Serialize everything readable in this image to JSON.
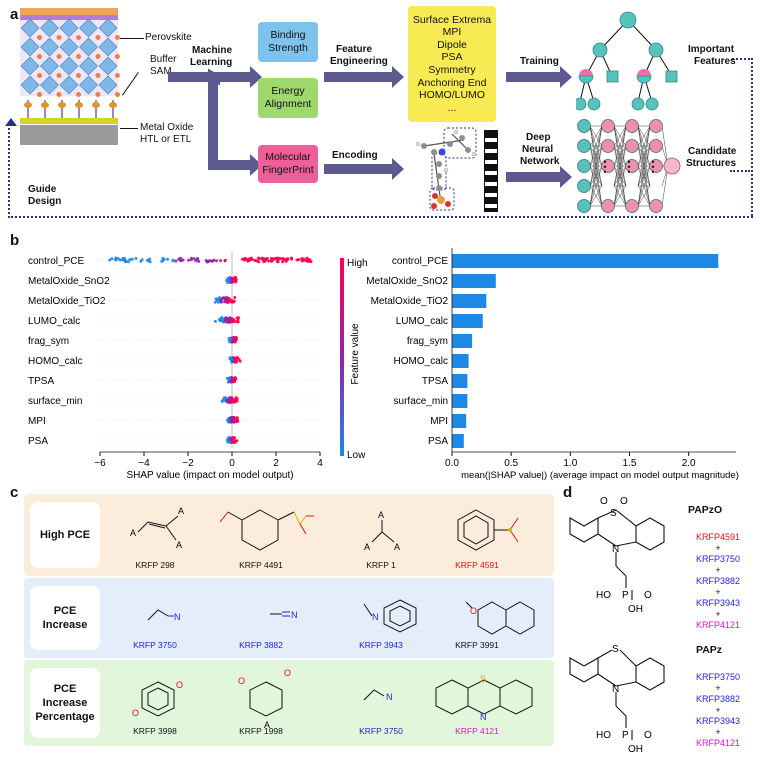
{
  "panel_labels": {
    "a": "a",
    "b": "b",
    "c": "c",
    "d": "d"
  },
  "panel_a": {
    "perovskite": "Perovskite",
    "buffer_sam_1": "Buffer",
    "buffer_sam_2": "SAM",
    "metal_oxide_1": "Metal Oxide",
    "metal_oxide_2": "HTL or ETL",
    "guide_design_1": "Guide",
    "guide_design_2": "Design",
    "ml_1": "Machine",
    "ml_2": "Learning",
    "binding_1": "Binding",
    "binding_2": "Strength",
    "energy_1": "Energy",
    "energy_2": "Alignment",
    "fingerprint_1": "Molecular",
    "fingerprint_2": "FingerPrint",
    "fe_1": "Feature",
    "fe_2": "Engineering",
    "encoding": "Encoding",
    "features": [
      "Surface Extrema",
      "MPI",
      "Dipole",
      "PSA",
      "Symmetry",
      "Anchoring End",
      "HOMO/LUMO",
      "..."
    ],
    "training": "Training",
    "dnn_1": "Deep",
    "dnn_2": "Neural",
    "dnn_3": "Network",
    "important_1": "Important",
    "important_2": "Features",
    "candidate_1": "Candidate",
    "candidate_2": "Structures",
    "dots": "⋮"
  },
  "panel_b": {
    "colorbar_high": "High",
    "colorbar_low": "Low",
    "colorbar_label": "Feature value",
    "shap_xlabel": "SHAP value (impact on model output)",
    "bar_xlabel": "mean(|SHAP value|) (average impact on model output magnitude)"
  },
  "chart_data": [
    {
      "type": "scatter",
      "chart": "SHAP beeswarm summary",
      "features": [
        "control_PCE",
        "MetalOxide_SnO2",
        "MetalOxide_TiO2",
        "LUMO_calc",
        "frag_sym",
        "HOMO_calc",
        "TPSA",
        "surface_min",
        "MPI",
        "PSA"
      ],
      "xlabel": "SHAP value (impact on model output)",
      "xlim": [
        -6,
        4
      ],
      "xticks": [
        -6,
        -4,
        -2,
        0,
        2,
        4
      ],
      "xtick_labels": [
        "−6",
        "−4",
        "−2",
        "0",
        "2",
        "4"
      ],
      "approx_ranges": [
        [
          -5.7,
          3.7
        ],
        [
          -0.3,
          0.3
        ],
        [
          -1.0,
          0.4
        ],
        [
          -0.9,
          0.6
        ],
        [
          -0.2,
          0.3
        ],
        [
          -0.2,
          0.4
        ],
        [
          -0.3,
          0.3
        ],
        [
          -0.6,
          0.4
        ],
        [
          -0.3,
          0.4
        ],
        [
          -0.3,
          0.3
        ]
      ],
      "colorbar": {
        "high": "High",
        "low": "Low",
        "label": "Feature value",
        "colors": [
          "#1e88e5",
          "#8e24aa",
          "#ff0052"
        ]
      }
    },
    {
      "type": "bar",
      "orientation": "horizontal",
      "categories": [
        "control_PCE",
        "MetalOxide_SnO2",
        "MetalOxide_TiO2",
        "LUMO_calc",
        "frag_sym",
        "HOMO_calc",
        "TPSA",
        "surface_min",
        "MPI",
        "PSA"
      ],
      "values": [
        2.25,
        0.37,
        0.29,
        0.26,
        0.17,
        0.14,
        0.13,
        0.13,
        0.12,
        0.1
      ],
      "xlabel": "mean(|SHAP value|) (average impact on model output magnitude)",
      "xlim": [
        0,
        2.4
      ],
      "xticks": [
        0.0,
        0.5,
        1.0,
        1.5,
        2.0
      ],
      "xtick_labels": [
        "0.0",
        "0.5",
        "1.0",
        "1.5",
        "2.0"
      ],
      "color": "#1e88e5"
    }
  ],
  "panel_c": {
    "rows": [
      {
        "label_1": "High PCE",
        "label_2": "",
        "items": [
          "KRFP 298",
          "KRFP 4491",
          "KRFP 1",
          "KRFP 4591"
        ]
      },
      {
        "label_1": "PCE Increase",
        "label_2": "",
        "items": [
          "KRFP 3750",
          "KRFP 3882",
          "KRFP 3943",
          "KRFP 3991"
        ]
      },
      {
        "label_1": "PCE Increase",
        "label_2": "Percentage",
        "items": [
          "KRFP 3998",
          "KRFP 1998",
          "KRFP 3750",
          "KRFP 4121"
        ]
      }
    ],
    "atom_A": "A",
    "atom_N": "N",
    "atom_O": "O"
  },
  "panel_d": {
    "papzo": "PAPzO",
    "papz": "PAPz",
    "papzo_list": [
      "KRFP4591",
      "KRFP3750",
      "KRFP3882",
      "KRFP3943",
      "KRFP4121"
    ],
    "papz_list": [
      "KRFP3750",
      "KRFP3882",
      "KRFP3943",
      "KRFP4121"
    ],
    "plus": "+",
    "atom_S": "S",
    "atom_N": "N",
    "atom_O": "O",
    "atom_P": "P",
    "ho_p": "HO",
    "oh": "OH"
  }
}
